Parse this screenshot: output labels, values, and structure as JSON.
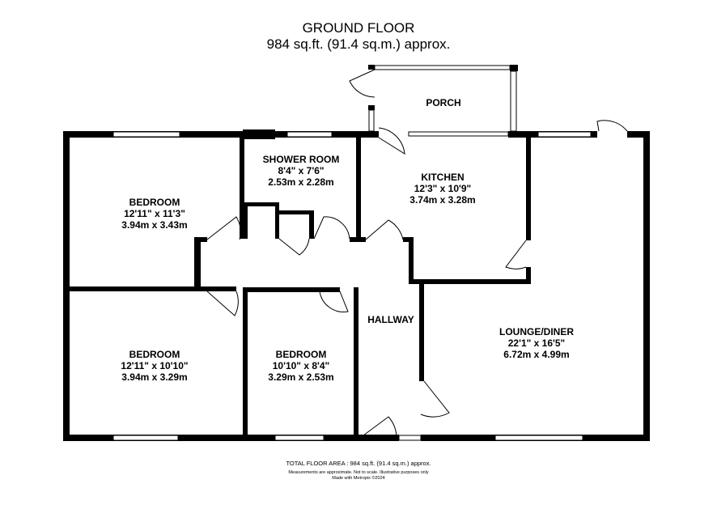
{
  "header": {
    "title": "GROUND FLOOR",
    "subtitle": "984 sq.ft. (91.4 sq.m.) approx."
  },
  "rooms": [
    {
      "name": "PORCH"
    },
    {
      "name": "SHOWER ROOM",
      "imperial": "8'4\"  x 7'6\"",
      "metric": "2.53m  x 2.28m"
    },
    {
      "name": "KITCHEN",
      "imperial": "12'3\"  x 10'9\"",
      "metric": "3.74m  x 3.28m"
    },
    {
      "name": "BEDROOM",
      "imperial": "12'11\"  x 11'3\"",
      "metric": "3.94m  x 3.43m"
    },
    {
      "name": "BEDROOM",
      "imperial": "12'11\"  x 10'10\"",
      "metric": "3.94m  x 3.29m"
    },
    {
      "name": "BEDROOM",
      "imperial": "10'10\"  x 8'4\"",
      "metric": "3.29m  x 2.53m"
    },
    {
      "name": "HALLWAY"
    },
    {
      "name": "LOUNGE/DINER",
      "imperial": "22'1\"  x 16'5\"",
      "metric": "6.72m  x 4.99m"
    }
  ],
  "footer": {
    "total": "TOTAL FLOOR AREA : 984 sq.ft. (91.4 sq.m.) approx.",
    "note": "Measurements are approximate.  Not to scale.  Illustrative purposes only",
    "credit": "Made with Metropix ©2024"
  }
}
